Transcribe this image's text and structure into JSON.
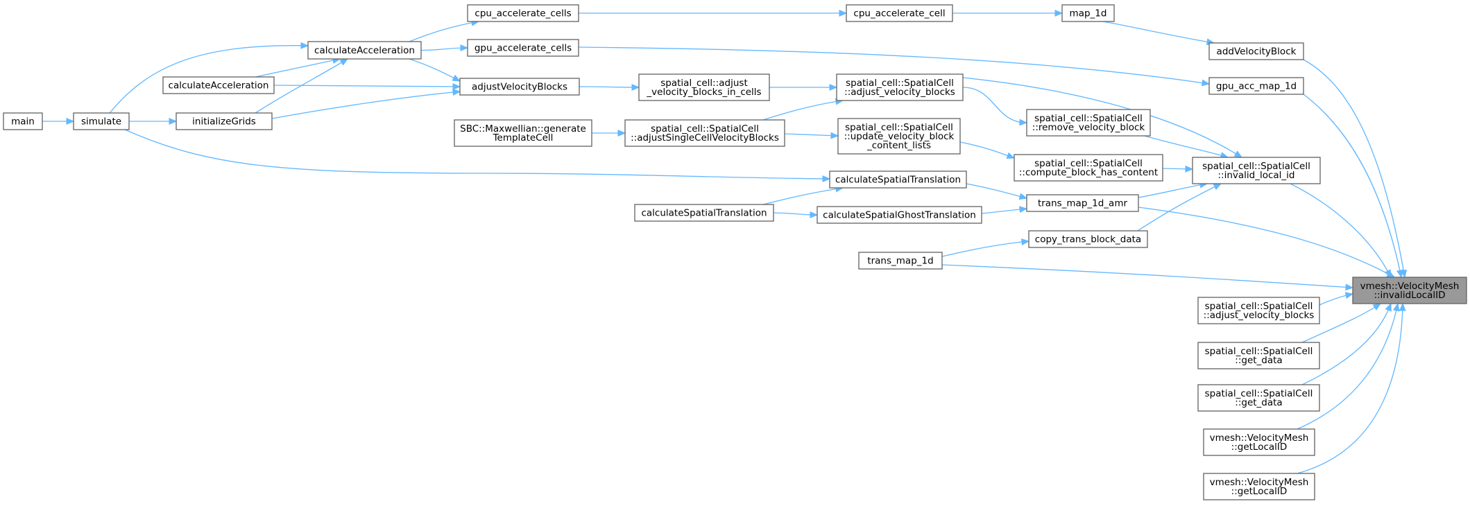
{
  "graph": {
    "title": "vmesh::VelocityMesh::invalidLocalID caller graph",
    "colors": {
      "edge": "#63b8ff",
      "node_border": "#666666",
      "root_fill": "#999999",
      "node_fill": "#ffffff"
    },
    "nodes": [
      {
        "id": "root",
        "lines": [
          "vmesh::VelocityMesh",
          "::invalidLocalID"
        ],
        "root": true
      },
      {
        "id": "addVelocityBlock",
        "lines": [
          "addVelocityBlock"
        ]
      },
      {
        "id": "gpu_acc_map_1d",
        "lines": [
          "gpu_acc_map_1d"
        ]
      },
      {
        "id": "invalid_local_id",
        "lines": [
          "spatial_cell::SpatialCell",
          "::invalid_local_id"
        ]
      },
      {
        "id": "trans_map_1d_amr",
        "lines": [
          "trans_map_1d_amr"
        ]
      },
      {
        "id": "trans_map_1d",
        "lines": [
          "trans_map_1d"
        ]
      },
      {
        "id": "adjust_velocity_blocks_2",
        "lines": [
          "spatial_cell::SpatialCell",
          "::adjust_velocity_blocks"
        ]
      },
      {
        "id": "get_data_1",
        "lines": [
          "spatial_cell::SpatialCell",
          "::get_data"
        ]
      },
      {
        "id": "get_data_2",
        "lines": [
          "spatial_cell::SpatialCell",
          "::get_data"
        ]
      },
      {
        "id": "getLocalID_1",
        "lines": [
          "vmesh::VelocityMesh",
          "::getLocalID"
        ]
      },
      {
        "id": "getLocalID_2",
        "lines": [
          "vmesh::VelocityMesh",
          "::getLocalID"
        ]
      },
      {
        "id": "map_1d",
        "lines": [
          "map_1d"
        ]
      },
      {
        "id": "cpu_accelerate_cell",
        "lines": [
          "cpu_accelerate_cell"
        ]
      },
      {
        "id": "cpu_accelerate_cells",
        "lines": [
          "cpu_accelerate_cells"
        ]
      },
      {
        "id": "gpu_accelerate_cells",
        "lines": [
          "gpu_accelerate_cells"
        ]
      },
      {
        "id": "calculateAcceleration_1",
        "lines": [
          "calculateAcceleration"
        ]
      },
      {
        "id": "calculateAcceleration_2",
        "lines": [
          "calculateAcceleration"
        ]
      },
      {
        "id": "simulate",
        "lines": [
          "simulate"
        ]
      },
      {
        "id": "main",
        "lines": [
          "main"
        ]
      },
      {
        "id": "initializeGrids",
        "lines": [
          "initializeGrids"
        ]
      },
      {
        "id": "adjustVelocityBlocks",
        "lines": [
          "adjustVelocityBlocks"
        ]
      },
      {
        "id": "adjust_velocity_blocks_in_cells",
        "lines": [
          "spatial_cell::adjust",
          "_velocity_blocks_in_cells"
        ]
      },
      {
        "id": "adjust_velocity_blocks_1",
        "lines": [
          "spatial_cell::SpatialCell",
          "::adjust_velocity_blocks"
        ]
      },
      {
        "id": "remove_velocity_block",
        "lines": [
          "spatial_cell::SpatialCell",
          "::remove_velocity_block"
        ]
      },
      {
        "id": "compute_block_has_content",
        "lines": [
          "spatial_cell::SpatialCell",
          "::compute_block_has_content"
        ]
      },
      {
        "id": "update_velocity_block_content_lists",
        "lines": [
          "spatial_cell::SpatialCell",
          "::update_velocity_block",
          "_content_lists"
        ]
      },
      {
        "id": "adjustSingleCellVelocityBlocks",
        "lines": [
          "spatial_cell::SpatialCell",
          "::adjustSingleCellVelocityBlocks"
        ]
      },
      {
        "id": "generateTemplateCell",
        "lines": [
          "SBC::Maxwellian::generate",
          "TemplateCell"
        ]
      },
      {
        "id": "calculateSpatialTranslation_1",
        "lines": [
          "calculateSpatialTranslation"
        ]
      },
      {
        "id": "calculateSpatialTranslation_2",
        "lines": [
          "calculateSpatialTranslation"
        ]
      },
      {
        "id": "calculateSpatialGhostTranslation",
        "lines": [
          "calculateSpatialGhostTranslation"
        ]
      },
      {
        "id": "copy_trans_block_data",
        "lines": [
          "copy_trans_block_data"
        ]
      }
    ],
    "edges": [
      {
        "from": "addVelocityBlock",
        "to": "root"
      },
      {
        "from": "gpu_acc_map_1d",
        "to": "root"
      },
      {
        "from": "invalid_local_id",
        "to": "root"
      },
      {
        "from": "trans_map_1d_amr",
        "to": "root"
      },
      {
        "from": "trans_map_1d",
        "to": "root"
      },
      {
        "from": "adjust_velocity_blocks_2",
        "to": "root"
      },
      {
        "from": "get_data_1",
        "to": "root"
      },
      {
        "from": "get_data_2",
        "to": "root"
      },
      {
        "from": "getLocalID_1",
        "to": "root"
      },
      {
        "from": "getLocalID_2",
        "to": "root"
      },
      {
        "from": "map_1d",
        "to": "addVelocityBlock"
      },
      {
        "from": "cpu_accelerate_cell",
        "to": "map_1d"
      },
      {
        "from": "cpu_accelerate_cells",
        "to": "cpu_accelerate_cell"
      },
      {
        "from": "calculateAcceleration_1",
        "to": "cpu_accelerate_cells"
      },
      {
        "from": "calculateAcceleration_1",
        "to": "gpu_accelerate_cells"
      },
      {
        "from": "calculateAcceleration_1",
        "to": "adjustVelocityBlocks"
      },
      {
        "from": "gpu_accelerate_cells",
        "to": "gpu_acc_map_1d"
      },
      {
        "from": "simulate",
        "to": "calculateAcceleration_1"
      },
      {
        "from": "calculateAcceleration_2",
        "to": "calculateAcceleration_1"
      },
      {
        "from": "initializeGrids",
        "to": "calculateAcceleration_1"
      },
      {
        "from": "main",
        "to": "simulate"
      },
      {
        "from": "simulate",
        "to": "initializeGrids"
      },
      {
        "from": "calculateAcceleration_2",
        "to": "adjustVelocityBlocks"
      },
      {
        "from": "initializeGrids",
        "to": "adjustVelocityBlocks"
      },
      {
        "from": "adjustVelocityBlocks",
        "to": "adjust_velocity_blocks_in_cells"
      },
      {
        "from": "adjust_velocity_blocks_in_cells",
        "to": "adjust_velocity_blocks_1"
      },
      {
        "from": "adjustSingleCellVelocityBlocks",
        "to": "adjust_velocity_blocks_1"
      },
      {
        "from": "adjust_velocity_blocks_1",
        "to": "invalid_local_id"
      },
      {
        "from": "adjust_velocity_blocks_1",
        "to": "remove_velocity_block"
      },
      {
        "from": "remove_velocity_block",
        "to": "invalid_local_id"
      },
      {
        "from": "update_velocity_block_content_lists",
        "to": "compute_block_has_content"
      },
      {
        "from": "compute_block_has_content",
        "to": "invalid_local_id"
      },
      {
        "from": "adjustSingleCellVelocityBlocks",
        "to": "update_velocity_block_content_lists"
      },
      {
        "from": "generateTemplateCell",
        "to": "adjustSingleCellVelocityBlocks"
      },
      {
        "from": "simulate",
        "to": "calculateSpatialTranslation_1"
      },
      {
        "from": "calculateSpatialTranslation_1",
        "to": "trans_map_1d_amr"
      },
      {
        "from": "calculateSpatialTranslation_2",
        "to": "calculateSpatialTranslation_1"
      },
      {
        "from": "calculateSpatialTranslation_2",
        "to": "calculateSpatialGhostTranslation"
      },
      {
        "from": "calculateSpatialGhostTranslation",
        "to": "trans_map_1d_amr"
      },
      {
        "from": "trans_map_1d_amr",
        "to": "invalid_local_id"
      },
      {
        "from": "copy_trans_block_data",
        "to": "invalid_local_id"
      },
      {
        "from": "trans_map_1d",
        "to": "copy_trans_block_data"
      }
    ]
  }
}
